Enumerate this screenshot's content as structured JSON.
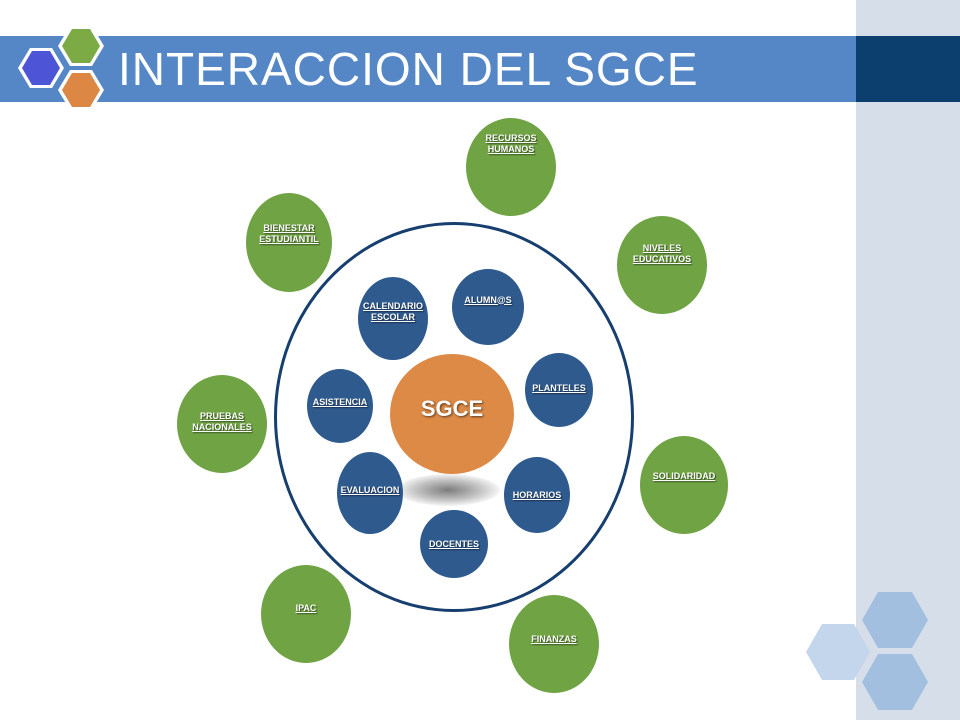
{
  "slide": {
    "title": "INTERACCION DEL SGCE"
  },
  "colors": {
    "title_bar": "#5587c7",
    "title_bar_dark": "#0d3f6e",
    "right_strip": "#d6dfe9",
    "outer_node": "#6fa343",
    "inner_node": "#2e5a8e",
    "center_node": "#dd8a47",
    "ring": "#163e6e"
  },
  "diagram": {
    "center": {
      "label": "SGCE"
    },
    "inner_nodes": [
      {
        "label": "ALUMN@S"
      },
      {
        "label": "CALENDARIO ESCOLAR"
      },
      {
        "label": "PLANTELES"
      },
      {
        "label": "ASISTENCIA"
      },
      {
        "label": "EVALUACION"
      },
      {
        "label": "HORARIOS"
      },
      {
        "label": "DOCENTES"
      }
    ],
    "outer_nodes": [
      {
        "label": "RECURSOS HUMANOS"
      },
      {
        "label": "BIENESTAR ESTUDIANTIL"
      },
      {
        "label": "NIVELES EDUCATIVOS"
      },
      {
        "label": "PRUEBAS NACIONALES"
      },
      {
        "label": "SOLIDARIDAD"
      },
      {
        "label": "IPAC"
      },
      {
        "label": "FINANZAS"
      }
    ]
  }
}
